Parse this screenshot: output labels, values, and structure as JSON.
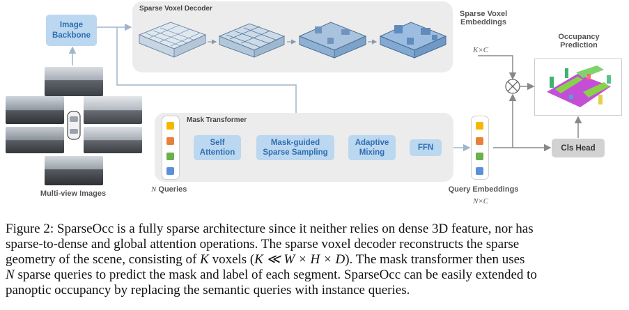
{
  "colors": {
    "box_fill": "#bcd7f0",
    "box_text": "#2f6fb0",
    "panel_fill": "#ececec",
    "arrow": "#9fb5cc",
    "query_orange_1": "#f5b800",
    "query_orange_2": "#e7813a",
    "query_green": "#6ab04c",
    "query_blue": "#5b8fd9"
  },
  "diagram": {
    "image_backbone": [
      "Image",
      "Backbone"
    ],
    "sparse_voxel_decoder_title": "Sparse Voxel Decoder",
    "sparse_voxel_embeddings": [
      "Sparse Voxel",
      "Embeddings"
    ],
    "k_by_c": "K×C",
    "occupancy_prediction": [
      "Occupancy",
      "Prediction"
    ],
    "multiply_symbol": "×",
    "mask_transformer_title": "Mask Transformer",
    "self_attention": [
      "Self",
      "Attention"
    ],
    "mask_guided_sampling": [
      "Mask-guided",
      "Sparse Sampling"
    ],
    "adaptive_mixing": [
      "Adaptive",
      "Mixing"
    ],
    "ffn": "FFN",
    "cls_head": "Cls Head",
    "n_symbol": "N",
    "queries_label": "Queries",
    "query_embeddings": "Query Embeddings",
    "n_by_c": "N×C",
    "multi_view_images": "Multi-view Images"
  },
  "caption": {
    "line1": "Figure 2: SparseOcc is a fully sparse architecture since it neither relies on dense 3D feature, nor has",
    "line2": "sparse-to-dense and global attention operations. The sparse voxel decoder reconstructs the sparse",
    "line3_a": "geometry of the scene, consisting of ",
    "line3_k": "K",
    "line3_b": " voxels (",
    "line3_expr": "K ≪ W × H × D",
    "line3_c": "). The mask transformer then uses",
    "line4_n": "N",
    "line4_b": " sparse queries to predict the mask and label of each segment. SparseOcc can be easily extended to",
    "line5": "panoptic occupancy by replacing the semantic queries with instance queries."
  }
}
